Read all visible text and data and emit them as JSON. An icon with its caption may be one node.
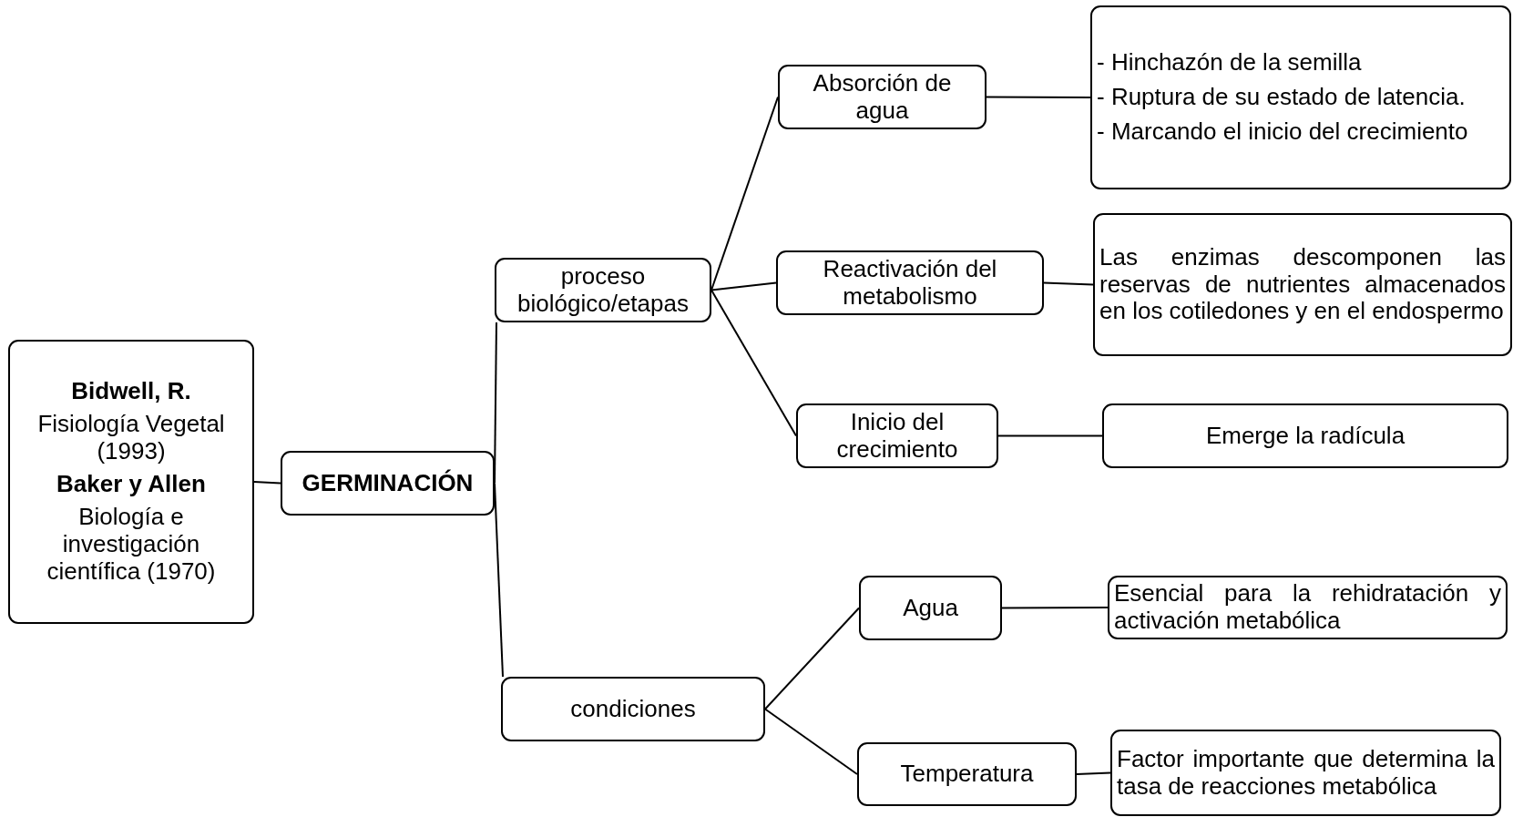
{
  "diagram": {
    "nodes": [
      {
        "text": [
          "**Bidwell, R**.",
          "Fisiología Vegetal (1993)",
          "Baker y Allen",
          "Biología e investigación científica (1970)"
        ]
      },
      {
        "text": [
          "GERMINACIÓN"
        ]
      },
      {
        "text": [
          "proceso biológico/etapas"
        ]
      },
      {
        "text": [
          "Absorción de agua"
        ]
      },
      {
        "text": [
          "- Hinchazón de la semilla",
          "- Ruptura de su estado de latencia.",
          "- Marcando el inicio del crecimiento"
        ]
      },
      {
        "text": [
          "Reactivación del metabolismo"
        ]
      },
      {
        "text": [
          "Las enzimas descomponen las reservas de nutrientes almacenados en los cotiledones y en el endospermo"
        ]
      },
      {
        "text": [
          "Inicio del crecimiento"
        ]
      },
      {
        "text": [
          "Emerge la radícula"
        ]
      },
      {
        "text": [
          "condiciones"
        ]
      },
      {
        "text": [
          "Agua"
        ]
      },
      {
        "text": [
          "Esencial para la rehidratación y activación metabólica"
        ]
      },
      {
        "text": [
          "Temperatura"
        ]
      },
      {
        "text": [
          "Factor importante que determina la tasa de reacciones metabólica"
        ]
      }
    ],
    "edges": [
      {
        "from": 0,
        "to": 1,
        "arrow": "none"
      },
      {
        "from": 1,
        "to": 2,
        "arrow": "none"
      },
      {
        "from": 1,
        "to": 9,
        "arrow": "none"
      },
      {
        "from": 2,
        "to": 3,
        "arrow": "none"
      },
      {
        "from": 2,
        "to": 5,
        "arrow": "none"
      },
      {
        "from": 2,
        "to": 7,
        "arrow": "none"
      },
      {
        "from": 3,
        "to": 4,
        "arrow": "none"
      },
      {
        "from": 5,
        "to": 6,
        "arrow": "none"
      },
      {
        "from": 7,
        "to": 8,
        "arrow": "none"
      },
      {
        "from": 9,
        "to": 10,
        "arrow": "none"
      },
      {
        "from": 9,
        "to": 12,
        "arrow": "none"
      },
      {
        "from": 10,
        "to": 11,
        "arrow": "none"
      },
      {
        "from": 12,
        "to": 13,
        "arrow": "none"
      }
    ]
  }
}
